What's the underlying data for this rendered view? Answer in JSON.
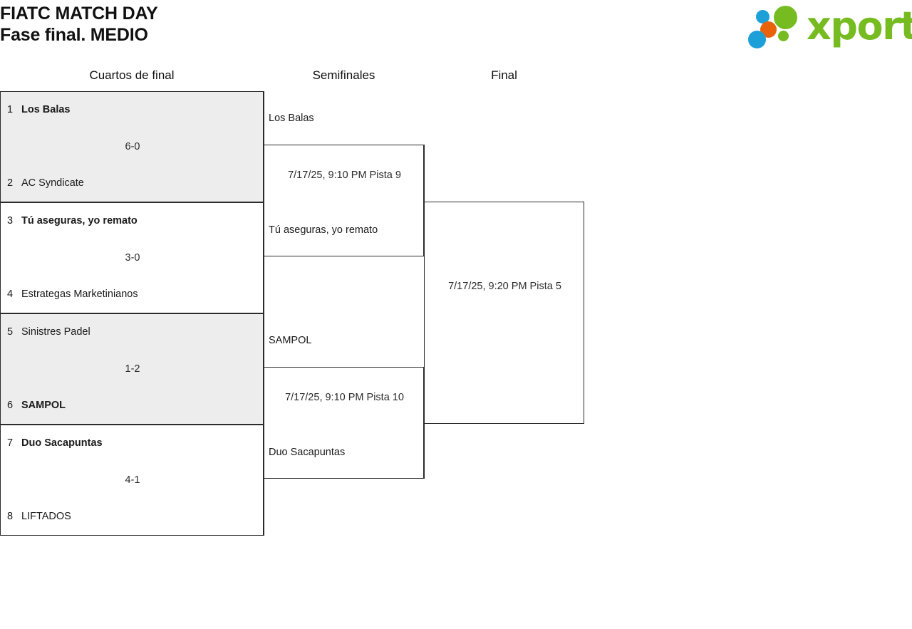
{
  "header": {
    "title_line1": "FIATC MATCH DAY",
    "title_line2": "Fase final. MEDIO"
  },
  "logo": {
    "wordmark": "xporty",
    "name": "xporty-logo",
    "colors": {
      "green": "#76bc21",
      "orange": "#e8620c",
      "blue": "#1d9fd8"
    }
  },
  "rounds": [
    {
      "label": "Cuartos de final"
    },
    {
      "label": "Semifinales"
    },
    {
      "label": "Final"
    }
  ],
  "quarterfinals": [
    {
      "shaded": true,
      "top": {
        "seed": "1",
        "name": "Los Balas",
        "winner": true
      },
      "bottom": {
        "seed": "2",
        "name": "AC Syndicate",
        "winner": false
      },
      "score": "6-0"
    },
    {
      "shaded": false,
      "top": {
        "seed": "3",
        "name": "Tú aseguras, yo remato",
        "winner": true
      },
      "bottom": {
        "seed": "4",
        "name": "Estrategas Marketinianos",
        "winner": false
      },
      "score": "3-0"
    },
    {
      "shaded": true,
      "top": {
        "seed": "5",
        "name": "Sinistres Padel",
        "winner": false
      },
      "bottom": {
        "seed": "6",
        "name": "SAMPOL",
        "winner": true
      },
      "score": "1-2"
    },
    {
      "shaded": false,
      "top": {
        "seed": "7",
        "name": "Duo Sacapuntas",
        "winner": true
      },
      "bottom": {
        "seed": "8",
        "name": "LIFTADOS",
        "winner": false
      },
      "score": "4-1"
    }
  ],
  "semifinals": [
    {
      "top_team": "Los Balas",
      "bottom_team": "Tú aseguras, yo remato",
      "info": "7/17/25, 9:10 PM Pista 9"
    },
    {
      "top_team": "SAMPOL",
      "bottom_team": "Duo Sacapuntas",
      "info": "7/17/25, 9:10 PM Pista 10"
    }
  ],
  "final": {
    "top_team": "",
    "bottom_team": "",
    "info": "7/17/25, 9:20 PM Pista 5"
  }
}
